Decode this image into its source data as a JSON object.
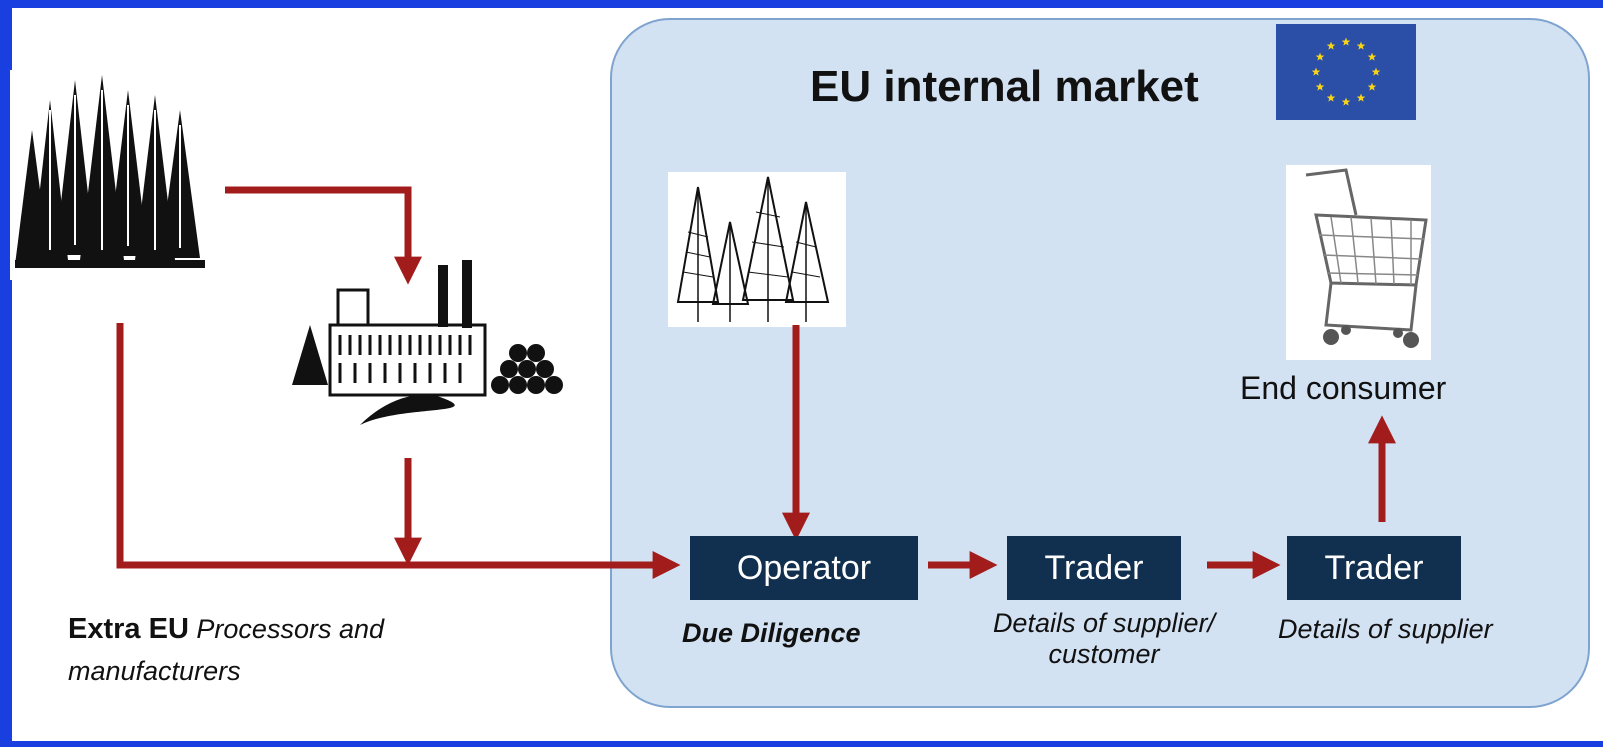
{
  "eu_market": {
    "title": "EU internal market"
  },
  "icons": {
    "forest_outside": "forest-icon",
    "factory": "factory-icon",
    "forest_inside": "forest-icon",
    "shopping_cart": "shopping-cart-icon",
    "eu_flag": "eu-flag-icon"
  },
  "extra_eu": {
    "bold": "Extra EU",
    "italic_line1": "Processors and",
    "italic_line2": "manufacturers"
  },
  "nodes": {
    "operator": "Operator",
    "trader1": "Trader",
    "trader2": "Trader"
  },
  "captions": {
    "operator": "Due Diligence",
    "trader1_line1": "Details of supplier/",
    "trader1_line2": "customer",
    "trader2": "Details of supplier",
    "end_consumer": "End consumer"
  },
  "colors": {
    "arrow": "#a21c1c",
    "node": "#112f4e",
    "eu_box": "#d3e2f2",
    "frame": "#1a3fe0",
    "flag_blue": "#2b4ea6",
    "flag_star": "#f7d417"
  }
}
